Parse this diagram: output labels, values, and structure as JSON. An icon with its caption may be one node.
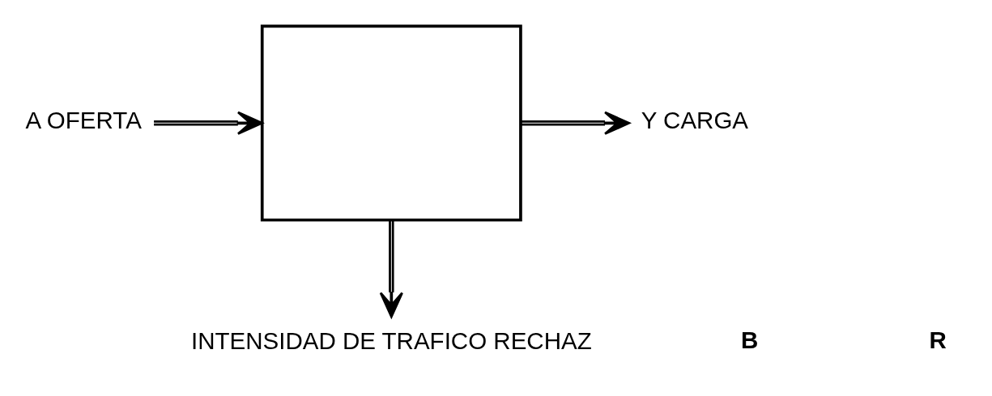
{
  "diagram": {
    "nodes": [
      {
        "text": [
          "A OFERTA"
        ]
      },
      {
        "text": [],
        "shape": "box"
      },
      {
        "text": [
          "Y CARGA"
        ]
      },
      {
        "text": [
          "INTENSIDAD DE TRAFICO RECHAZ"
        ]
      }
    ],
    "edges": [
      {
        "from": 0,
        "to": 1,
        "arrow": "to"
      },
      {
        "from": 1,
        "to": 2,
        "arrow": "to"
      },
      {
        "from": 1,
        "to": 3,
        "arrow": "to"
      }
    ],
    "labels": [
      "B",
      "R"
    ]
  }
}
